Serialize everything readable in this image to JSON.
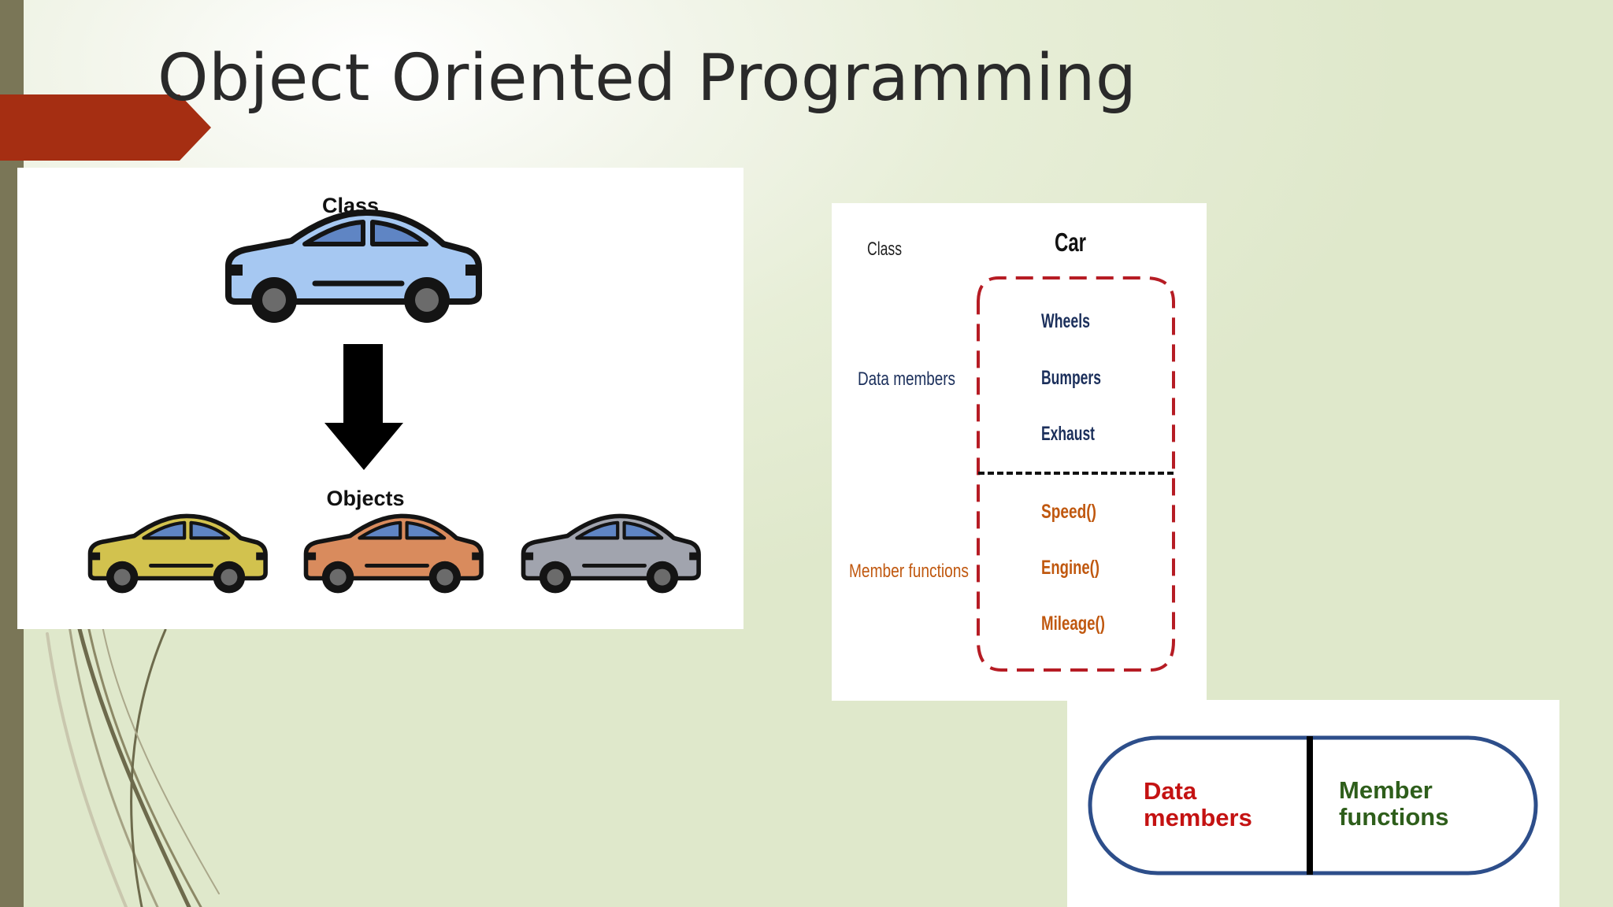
{
  "slide": {
    "title": "Object Oriented Programming"
  },
  "class_objects_diagram": {
    "class_label": "Class",
    "objects_label": "Objects",
    "colors": {
      "class_car": "#a6c8f2",
      "object_car_1": "#d2c24e",
      "object_car_2": "#d98b5d",
      "object_car_3": "#a1a4ae"
    }
  },
  "car_class_diagram": {
    "class_label": "Class",
    "class_name": "Car",
    "data_members_label": "Data members",
    "data_members": [
      "Wheels",
      "Bumpers",
      "Exhaust"
    ],
    "member_functions_label": "Member functions",
    "member_functions": [
      "Speed()",
      "Engine()",
      "Mileage()"
    ],
    "colors": {
      "data": "#1b2f5b",
      "functions": "#c0580f",
      "border": "#b61c24"
    }
  },
  "capsule_diagram": {
    "left_line_1": "Data",
    "left_line_2": "members",
    "right_line_1": "Member",
    "right_line_2": "functions",
    "colors": {
      "left": "#c41212",
      "right": "#2e5e1b",
      "outline": "#2d4e8a"
    }
  }
}
